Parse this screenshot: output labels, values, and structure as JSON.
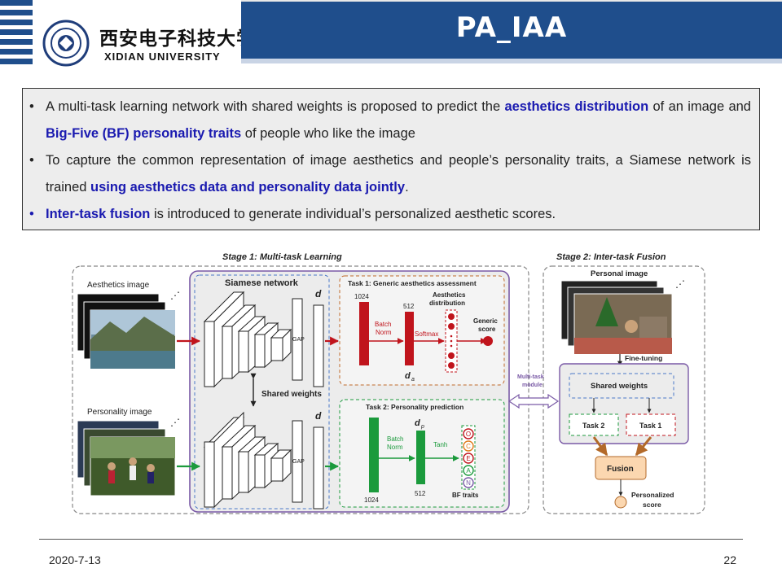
{
  "header": {
    "university_cn": "西安电子科技大学",
    "university_en": "XIDIAN UNIVERSITY",
    "title": "PA_IAA"
  },
  "bullets": [
    {
      "parts": [
        {
          "text": "A multi-task learning network with shared weights is proposed to predict the ",
          "hl": false
        },
        {
          "text": "aesthetics distribution",
          "hl": true
        },
        {
          "text": " of an image and ",
          "hl": false
        },
        {
          "text": "Big-Five (BF) personality traits",
          "hl": true
        },
        {
          "text": " of people who like the image",
          "hl": false
        }
      ]
    },
    {
      "parts": [
        {
          "text": "To capture the common representation of image aesthetics and people’s personality traits, a Siamese network is trained ",
          "hl": false
        },
        {
          "text": "using aesthetics data and personality data jointly",
          "hl": true
        },
        {
          "text": ".",
          "hl": false
        }
      ]
    },
    {
      "blue_bullet": true,
      "parts": [
        {
          "text": "Inter-task fusion",
          "hl": true
        },
        {
          "text": " is introduced to generate individual’s personalized aesthetic scores.",
          "hl": false
        }
      ]
    }
  ],
  "diagram": {
    "stage1": "Stage 1:  Multi-task Learning",
    "stage2": "Stage 2: Inter-task Fusion",
    "aesthetics_image": "Aesthetics image",
    "personality_image": "Personality image",
    "siamese": "Siamese network",
    "shared_weights": "Shared weights",
    "d": "d",
    "gap": "GAP",
    "task1": "Task 1: Generic aesthetics assessment",
    "task2": "Task 2:  Personality prediction",
    "n1024": "1024",
    "n512": "512",
    "batch_norm_1": "Batch",
    "batch_norm_2": "Norm",
    "softmax": "Softmax",
    "tanh": "Tanh",
    "aes_dist_1": "Aesthetics",
    "aes_dist_2": "distribution",
    "generic_1": "Generic",
    "generic_2": "score",
    "da": "d",
    "da_sub": "a",
    "dp": "d",
    "dp_sub": "p",
    "bf_traits": "BF traits",
    "ocean": [
      "O",
      "C",
      "E",
      "A",
      "N"
    ],
    "mt_module_1": "Multi-task",
    "mt_module_2": "module",
    "personal_image": "Personal image",
    "fine_tuning": "Fine-tuning",
    "s2_shared": "Shared weights",
    "s2_task2": "Task 2",
    "s2_task1": "Task 1",
    "fusion": "Fusion",
    "pers_score_1": "Personalized",
    "pers_score_2": "score"
  },
  "colors": {
    "accent_blue": "#1f4e8c",
    "highlight": "#1a1ab0",
    "red": "#c0141c",
    "green": "#1b9a3c",
    "purple": "#7a5aa6",
    "fusion_fill": "#fbd7b0"
  },
  "footer": {
    "date": "2020-7-13",
    "page": "22"
  }
}
